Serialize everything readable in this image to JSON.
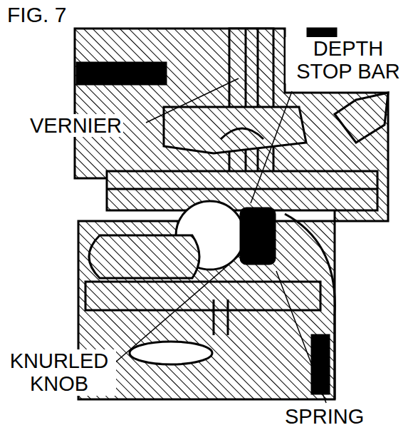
{
  "diagram": {
    "title": "FIG. 7",
    "labels": [
      "VERNIER",
      "DEPTH STOP BAR",
      "KNURLED KNOB",
      "SPRING"
    ]
  }
}
